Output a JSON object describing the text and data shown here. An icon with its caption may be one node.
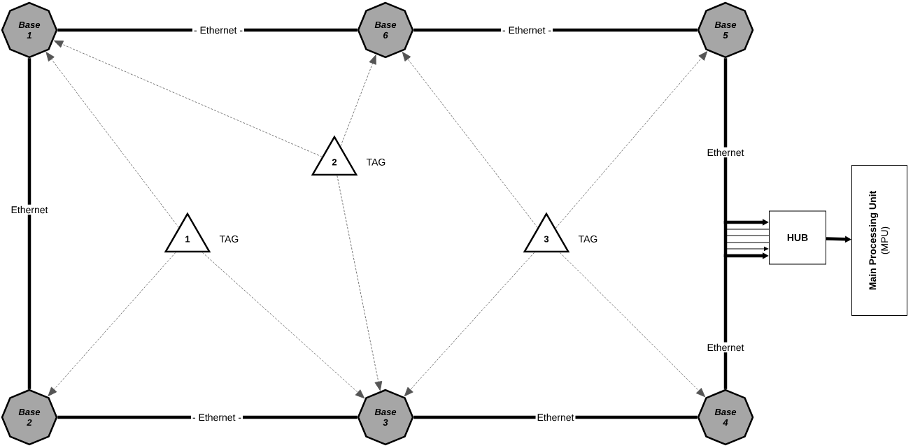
{
  "diagram": {
    "nodes": [
      {
        "text": [
          "Base 1"
        ]
      },
      {
        "text": [
          "Base 6"
        ]
      },
      {
        "text": [
          "Base 5"
        ]
      },
      {
        "text": [
          "Base 2"
        ]
      },
      {
        "text": [
          "Base 3"
        ]
      },
      {
        "text": [
          "Base 4"
        ]
      },
      {
        "text": [
          "1"
        ],
        "beside": [
          "TAG"
        ]
      },
      {
        "text": [
          "2"
        ],
        "beside": [
          "TAG"
        ]
      },
      {
        "text": [
          "3"
        ],
        "beside": [
          "TAG"
        ]
      },
      {
        "text": [
          "HUB"
        ]
      },
      {
        "text": [
          "Main Processing Unit",
          "(MPU)"
        ]
      }
    ],
    "edges": [
      {
        "from": 0,
        "to": 1,
        "arrow": "none",
        "label": "- Ethernet -",
        "style": "thick",
        "color": "#000000"
      },
      {
        "from": 1,
        "to": 2,
        "arrow": "none",
        "label": "- Ethernet -",
        "style": "thick",
        "color": "#000000"
      },
      {
        "from": 0,
        "to": 3,
        "arrow": "none",
        "label": "Ethernet",
        "style": "thick",
        "color": "#000000"
      },
      {
        "from": 3,
        "to": 4,
        "arrow": "none",
        "label": "- Ethernet -",
        "style": "thick",
        "color": "#000000"
      },
      {
        "from": 4,
        "to": 5,
        "arrow": "none",
        "label": "Ethernet",
        "style": "thick",
        "color": "#000000"
      },
      {
        "from": 2,
        "to": 9,
        "arrow": "to",
        "label": "Ethernet",
        "style": "thick",
        "color": "#000000"
      },
      {
        "from": 5,
        "to": 9,
        "arrow": "to",
        "label": "Ethernet",
        "style": "thick",
        "color": "#000000"
      },
      {
        "from": 9,
        "to": 10,
        "arrow": "to",
        "style": "thick",
        "color": "#000000"
      },
      {
        "from": 6,
        "to": 0,
        "arrow": "to",
        "style": "dashed"
      },
      {
        "from": 6,
        "to": 3,
        "arrow": "to",
        "style": "dashed"
      },
      {
        "from": 6,
        "to": 4,
        "arrow": "to",
        "style": "dashed"
      },
      {
        "from": 7,
        "to": 0,
        "arrow": "to",
        "style": "dashed"
      },
      {
        "from": 7,
        "to": 1,
        "arrow": "to",
        "style": "dashed"
      },
      {
        "from": 7,
        "to": 4,
        "arrow": "to",
        "style": "dashed"
      },
      {
        "from": 8,
        "to": 1,
        "arrow": "to",
        "style": "dashed"
      },
      {
        "from": 8,
        "to": 2,
        "arrow": "to",
        "style": "dashed"
      },
      {
        "from": 8,
        "to": 4,
        "arrow": "to",
        "style": "dashed"
      },
      {
        "from": 8,
        "to": 5,
        "arrow": "to",
        "style": "dashed"
      }
    ]
  }
}
